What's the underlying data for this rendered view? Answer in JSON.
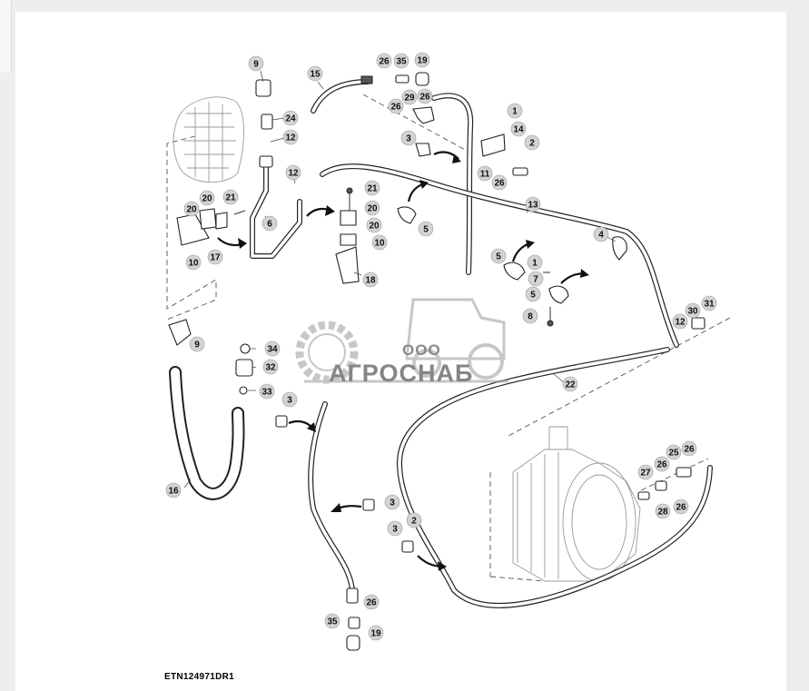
{
  "figure": {
    "code": "ETN124971DR1",
    "watermark_small": "ООО",
    "watermark_big": "АГРОСНАБ"
  },
  "callouts": [
    {
      "id": "c9a",
      "label": "9"
    },
    {
      "id": "c24",
      "label": "24"
    },
    {
      "id": "c12a",
      "label": "12"
    },
    {
      "id": "c15",
      "label": "15"
    },
    {
      "id": "c26a",
      "label": "26"
    },
    {
      "id": "c35a",
      "label": "35"
    },
    {
      "id": "c19a",
      "label": "19"
    },
    {
      "id": "c29",
      "label": "29"
    },
    {
      "id": "c26b",
      "label": "26"
    },
    {
      "id": "c26c",
      "label": "26"
    },
    {
      "id": "c3a",
      "label": "3"
    },
    {
      "id": "c1a",
      "label": "1"
    },
    {
      "id": "c14",
      "label": "14"
    },
    {
      "id": "c2a",
      "label": "2"
    },
    {
      "id": "c11",
      "label": "11"
    },
    {
      "id": "c26d",
      "label": "26"
    },
    {
      "id": "c12b",
      "label": "12"
    },
    {
      "id": "c21a",
      "label": "21"
    },
    {
      "id": "c20a",
      "label": "20"
    },
    {
      "id": "c20b",
      "label": "20"
    },
    {
      "id": "c21b",
      "label": "21"
    },
    {
      "id": "c20c",
      "label": "20"
    },
    {
      "id": "c20d",
      "label": "20"
    },
    {
      "id": "c6",
      "label": "6"
    },
    {
      "id": "c5a",
      "label": "5"
    },
    {
      "id": "c13",
      "label": "13"
    },
    {
      "id": "c4",
      "label": "4"
    },
    {
      "id": "c10a",
      "label": "10"
    },
    {
      "id": "c17",
      "label": "17"
    },
    {
      "id": "c10b",
      "label": "10"
    },
    {
      "id": "c18",
      "label": "18"
    },
    {
      "id": "c5b",
      "label": "5"
    },
    {
      "id": "c1b",
      "label": "1"
    },
    {
      "id": "c7",
      "label": "7"
    },
    {
      "id": "c5c",
      "label": "5"
    },
    {
      "id": "c8",
      "label": "8"
    },
    {
      "id": "c31",
      "label": "31"
    },
    {
      "id": "c30",
      "label": "30"
    },
    {
      "id": "c12c",
      "label": "12"
    },
    {
      "id": "c9b",
      "label": "9"
    },
    {
      "id": "c34",
      "label": "34"
    },
    {
      "id": "c32",
      "label": "32"
    },
    {
      "id": "c33",
      "label": "33"
    },
    {
      "id": "c22",
      "label": "22"
    },
    {
      "id": "c3b",
      "label": "3"
    },
    {
      "id": "c16",
      "label": "16"
    },
    {
      "id": "c25",
      "label": "25"
    },
    {
      "id": "c26e",
      "label": "26"
    },
    {
      "id": "c27",
      "label": "27"
    },
    {
      "id": "c26f",
      "label": "26"
    },
    {
      "id": "c26g",
      "label": "26"
    },
    {
      "id": "c28",
      "label": "28"
    },
    {
      "id": "c3c",
      "label": "3"
    },
    {
      "id": "c3d",
      "label": "3"
    },
    {
      "id": "c2b",
      "label": "2"
    },
    {
      "id": "c26h",
      "label": "26"
    },
    {
      "id": "c35b",
      "label": "35"
    },
    {
      "id": "c19b",
      "label": "19"
    }
  ]
}
